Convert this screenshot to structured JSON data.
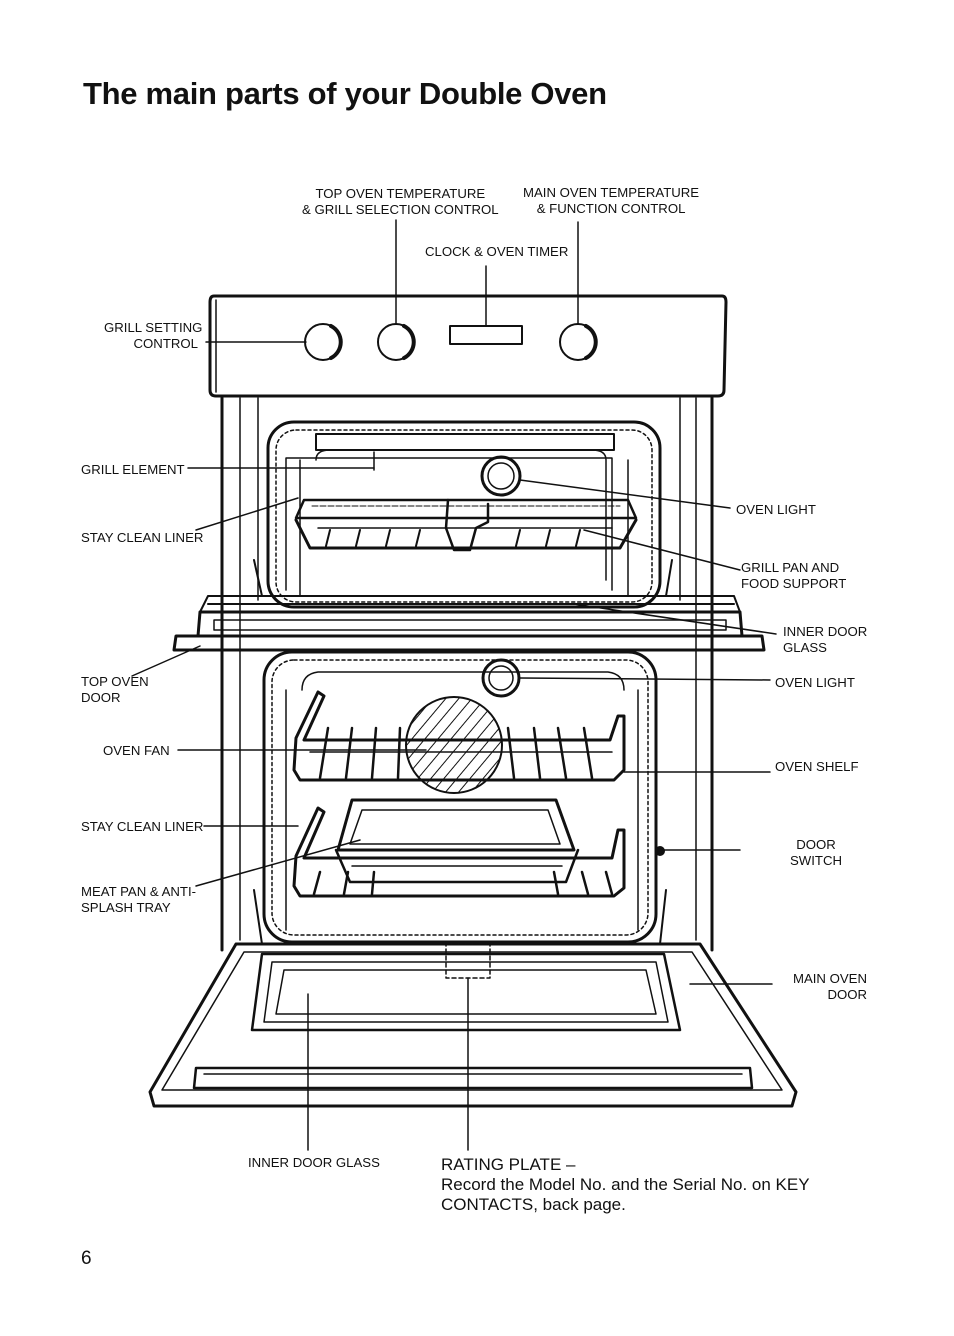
{
  "page": {
    "title": "The main parts of your Double Oven",
    "page_number": "6"
  },
  "labels": {
    "top_oven_temperature": [
      "TOP OVEN TEMPERATURE",
      "& GRILL SELECTION CONTROL"
    ],
    "main_oven_temperature": [
      "MAIN OVEN TEMPERATURE",
      "& FUNCTION CONTROL"
    ],
    "clock": [
      "CLOCK & OVEN TIMER"
    ],
    "grill_setting": [
      "GRILL SETTING",
      "CONTROL"
    ],
    "grill_element": [
      "GRILL ELEMENT"
    ],
    "stay_clean_liner_top": [
      "STAY CLEAN  LINER"
    ],
    "oven_light_top": [
      "OVEN LIGHT"
    ],
    "grill_pan": [
      "GRILL PAN AND",
      "FOOD SUPPORT"
    ],
    "inner_door_glass_top": [
      "INNER DOOR",
      "GLASS"
    ],
    "top_oven_door": [
      "TOP OVEN",
      "DOOR"
    ],
    "oven_light_main": [
      "OVEN LIGHT"
    ],
    "oven_fan": [
      "OVEN FAN"
    ],
    "oven_shelf": [
      "OVEN SHELF"
    ],
    "stay_clean_liner_main": [
      "STAY CLEAN LINER"
    ],
    "door_switch": [
      "DOOR",
      "SWITCH"
    ],
    "meat_pan": [
      "MEAT PAN & ANTI-",
      "SPLASH TRAY"
    ],
    "main_oven_door": [
      "MAIN OVEN",
      "DOOR"
    ],
    "inner_door_glass_bottom": [
      "INNER DOOR GLASS"
    ],
    "rating_plate": [
      "RATING PLATE –",
      "Record the Model No. and the Serial No. on KEY",
      "CONTACTS, back page."
    ]
  }
}
